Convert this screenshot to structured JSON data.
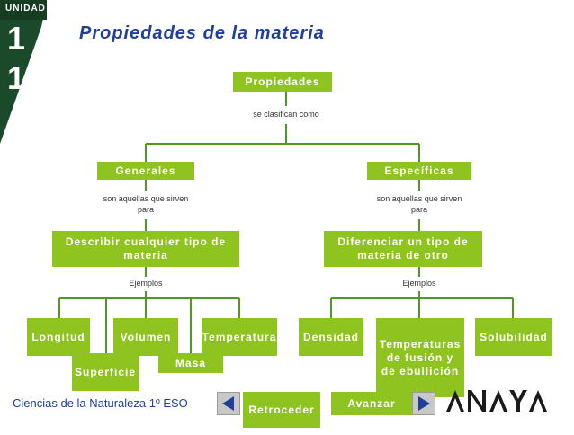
{
  "header": {
    "unit_label": "UNIDAD",
    "unit_number": "1",
    "title": "Propiedades de la materia"
  },
  "diagram": {
    "root": "Propiedades",
    "root_link": "se clasifican como",
    "left": {
      "title": "Generales",
      "link": "son aquellas que sirven para",
      "purpose": "Describir cualquier tipo de materia",
      "examples_label": "Ejemplos",
      "examples": {
        "longitud": "Longitud",
        "superficie": "Superficie",
        "volumen": "Volumen",
        "masa": "Masa",
        "temperatura": "Temperatura"
      }
    },
    "right": {
      "title": "Específicas",
      "link": "son aquellas que sirven para",
      "purpose": "Diferenciar un tipo de materia de otro",
      "examples_label": "Ejemplos",
      "examples": {
        "densidad": "Densidad",
        "temperatura_fusion": "Temperaturas de fusión y de ebullición",
        "solubilidad": "Solubilidad"
      }
    }
  },
  "footer": {
    "subject": "Ciencias de la Naturaleza 1º ESO",
    "back_label": "Retroceder",
    "forward_label": "Avanzar",
    "logo": "ANAYA"
  },
  "colors": {
    "node_green": "#8fc31f",
    "line_green": "#4c9a1f",
    "title_blue": "#1f3f99",
    "badge_dark": "#2a4a2a"
  },
  "icons": {
    "back": "left-triangle-icon",
    "forward": "right-triangle-icon"
  }
}
